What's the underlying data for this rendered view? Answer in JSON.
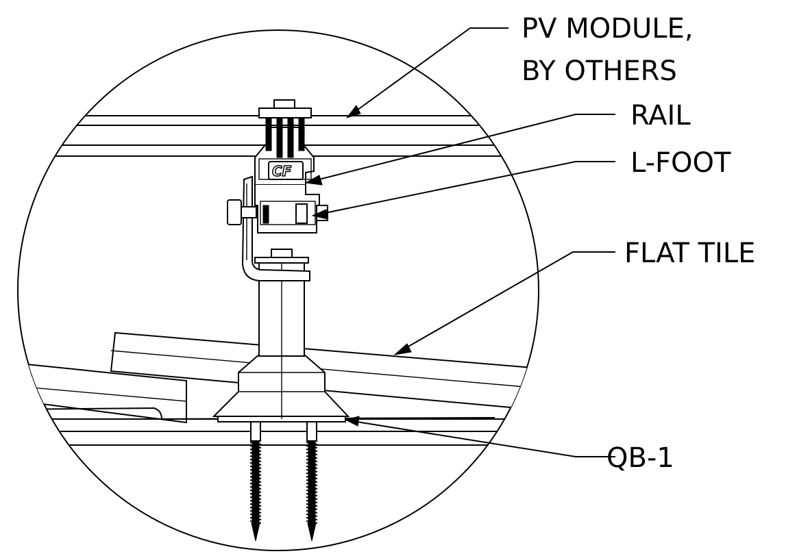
{
  "callouts": {
    "pv_module": {
      "line1": "PV MODULE,",
      "line2": "BY OTHERS"
    },
    "rail": "RAIL",
    "l_foot": "L-FOOT",
    "flat_tile": "FLAT TILE",
    "qb1": "QB-1"
  },
  "logo_text": "CF"
}
